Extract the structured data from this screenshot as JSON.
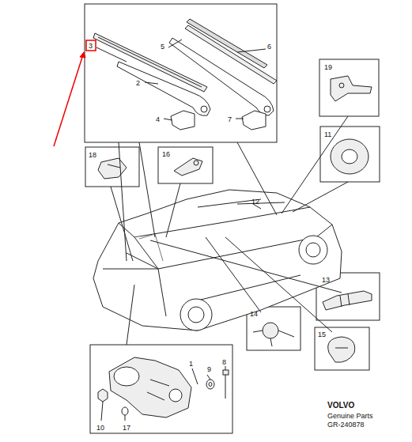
{
  "diagram": {
    "labels": [
      "3",
      "5",
      "6",
      "2",
      "4",
      "7",
      "19",
      "18",
      "16",
      "11",
      "12",
      "13",
      "14",
      "15",
      "1",
      "9",
      "8",
      "10",
      "17",
      "VOLVO",
      "Genuine Parts",
      "GR-240878"
    ]
  }
}
